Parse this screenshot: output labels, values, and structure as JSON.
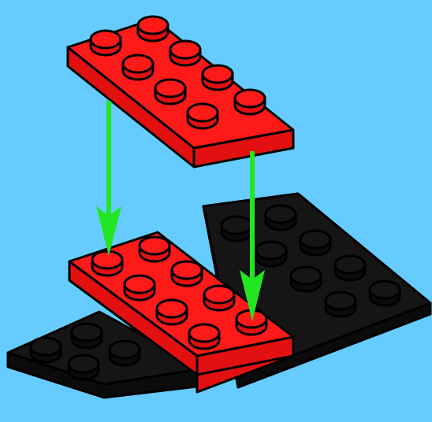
{
  "scene": {
    "title": "",
    "step": "",
    "colors": {
      "background": "#66ccff",
      "red_brick": "#ff1a1a",
      "red_brick_side": "#e21010",
      "red_stud_top": "#ff1a1a",
      "black_brick": "#151515",
      "black_brick_side": "#0b0b0b",
      "arrow": "#22e622",
      "outline": "#000000"
    },
    "parts": [
      {
        "name": "red-plate-2x4",
        "studs_across": 2,
        "studs_long": 4,
        "state": "floating above"
      },
      {
        "name": "red-plate-2x4",
        "studs_across": 2,
        "studs_long": 4,
        "state": "placed"
      },
      {
        "name": "black-plate",
        "state": "base"
      }
    ],
    "arrows": [
      {
        "name": "arrow-left",
        "direction": "down"
      },
      {
        "name": "arrow-right",
        "direction": "down"
      }
    ]
  }
}
